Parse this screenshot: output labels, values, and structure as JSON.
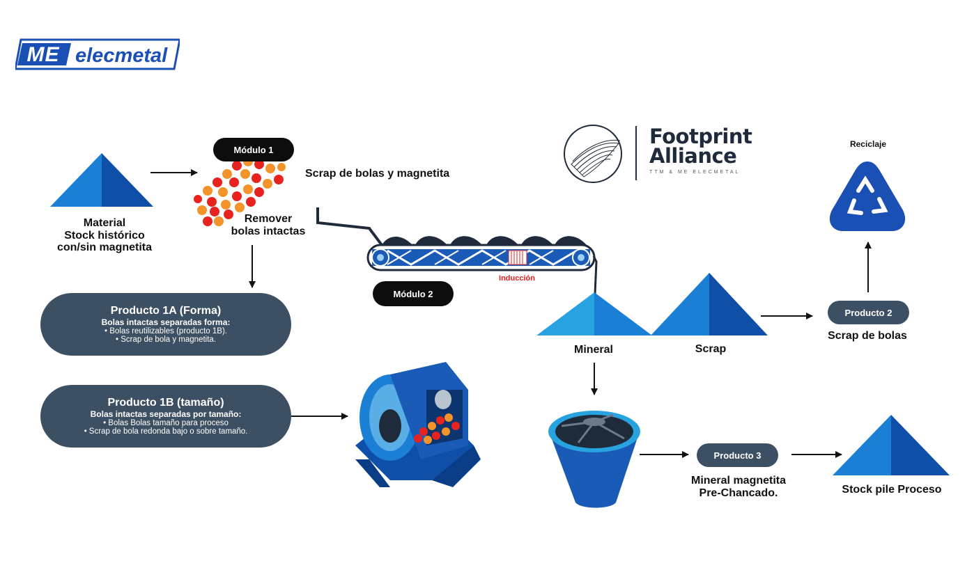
{
  "brand": {
    "logo_mark": "ME",
    "logo_text": "elecmetal"
  },
  "partner": {
    "name_line1": "Footprint",
    "name_line2": "Alliance",
    "tagline": "TTM & ME ELECMETAL"
  },
  "modules": {
    "m1": "Módulo 1",
    "m2": "Módulo 2"
  },
  "labels": {
    "material": [
      "Material",
      "Stock histórico",
      "con/sin magnetita"
    ],
    "scrap_magnetita": "Scrap de bolas y magnetita",
    "remover": [
      "Remover",
      "bolas intactas"
    ],
    "induccion": "Inducción",
    "mineral": "Mineral",
    "scrap": "Scrap",
    "reciclaje": "Reciclaje",
    "scrap_bolas": "Scrap de bolas",
    "mineral_magnetita": [
      "Mineral magnetita",
      "Pre-Chancado."
    ],
    "stock_pile": "Stock pile Proceso"
  },
  "products": {
    "p1a": {
      "title": "Producto 1A (Forma)",
      "subtitle": "Bolas intactas separadas forma:",
      "lines": [
        "• Bolas reutilizables (producto 1B).",
        "• Scrap de bola y magnetita."
      ]
    },
    "p1b": {
      "title": "Producto 1B (tamaño)",
      "subtitle": "Bolas intactas separadas por tamaño:",
      "lines": [
        "• Bolas Bolas tamaño para proceso",
        "• Scrap de bola redonda bajo o sobre tamaño."
      ]
    },
    "p2": "Producto 2",
    "p3": "Producto 3"
  },
  "colors": {
    "brand_blue": "#1a4fb4",
    "pile_light": "#1c7fd6",
    "pile_dark": "#0f4fa8",
    "mineral_light": "#29a3e0",
    "slate": "#3d4f62",
    "induction_red": "#e02020",
    "ball_red": "#e8231f",
    "ball_orange": "#f4932a"
  }
}
